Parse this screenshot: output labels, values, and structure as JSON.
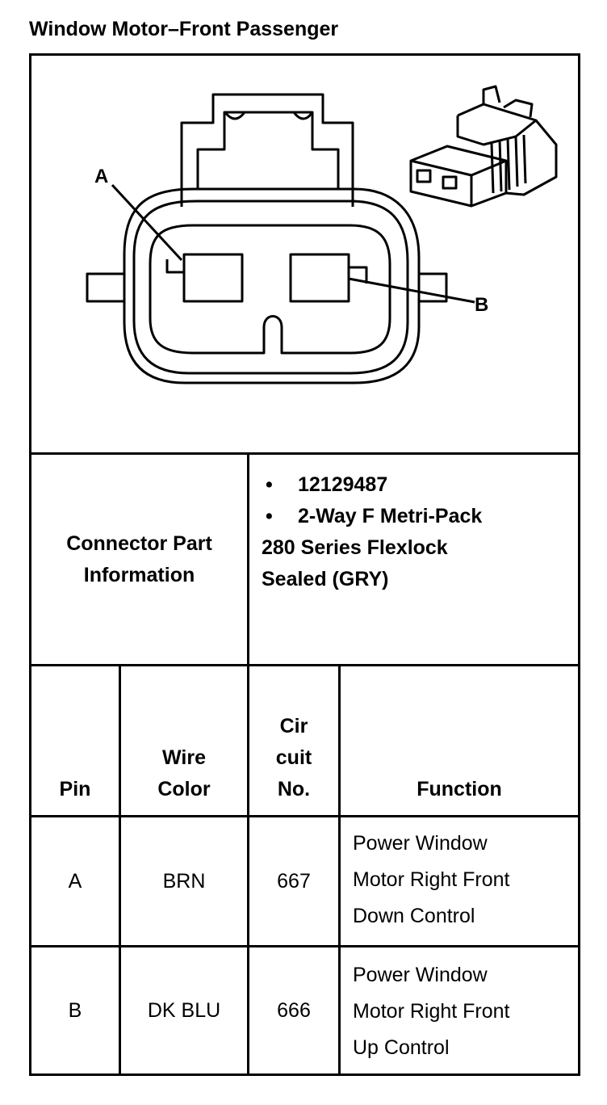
{
  "title": "Window Motor–Front Passenger",
  "diagram": {
    "pin_labels": [
      "A",
      "B"
    ]
  },
  "connector_info": {
    "label": "Connector Part Information",
    "bullets": [
      "12129487",
      "2-Way F Metri-Pack"
    ],
    "continuation": [
      "280 Series Flexlock",
      "Sealed (GRY)"
    ]
  },
  "table": {
    "headers": {
      "pin": "Pin",
      "wire_color": [
        "Wire",
        "Color"
      ],
      "circuit": [
        "Cir",
        "cuit",
        "No."
      ],
      "function": "Function"
    },
    "rows": [
      {
        "pin": "A",
        "wire_color": "BRN",
        "circuit": "667",
        "function": [
          "Power Window",
          "Motor Right Front",
          "Down Control"
        ]
      },
      {
        "pin": "B",
        "wire_color": "DK BLU",
        "circuit": "666",
        "function": [
          "Power Window",
          "Motor Right Front",
          "Up Control"
        ]
      }
    ]
  }
}
